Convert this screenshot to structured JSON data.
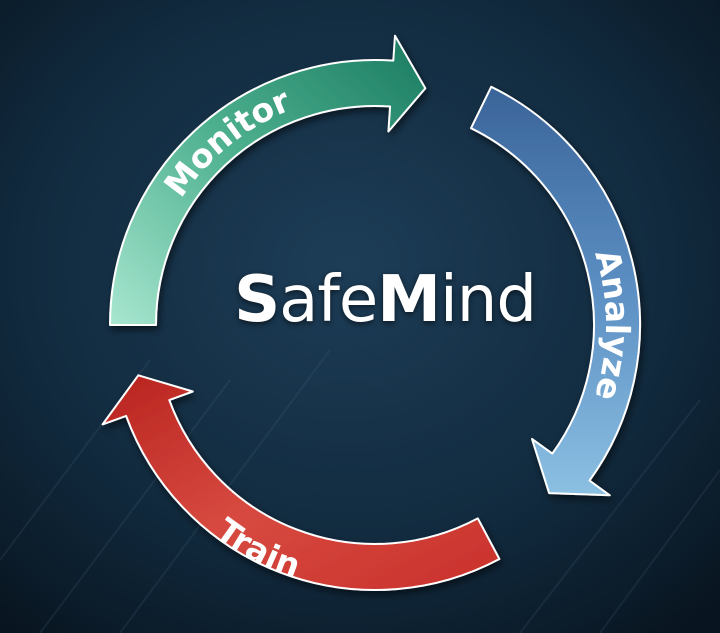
{
  "title": {
    "part1_initial": "S",
    "part1_rest": "afe",
    "part2_initial": "M",
    "part2_rest": "ind"
  },
  "cycle": [
    {
      "label": "Monitor",
      "color_start": "#9fe0c8",
      "color_end": "#1a7c63"
    },
    {
      "label": "Analyze",
      "color_start": "#3f6aa2",
      "color_end": "#86b8dc"
    },
    {
      "label": "Train",
      "color_start": "#c32a27",
      "color_end": "#e04f44"
    }
  ]
}
